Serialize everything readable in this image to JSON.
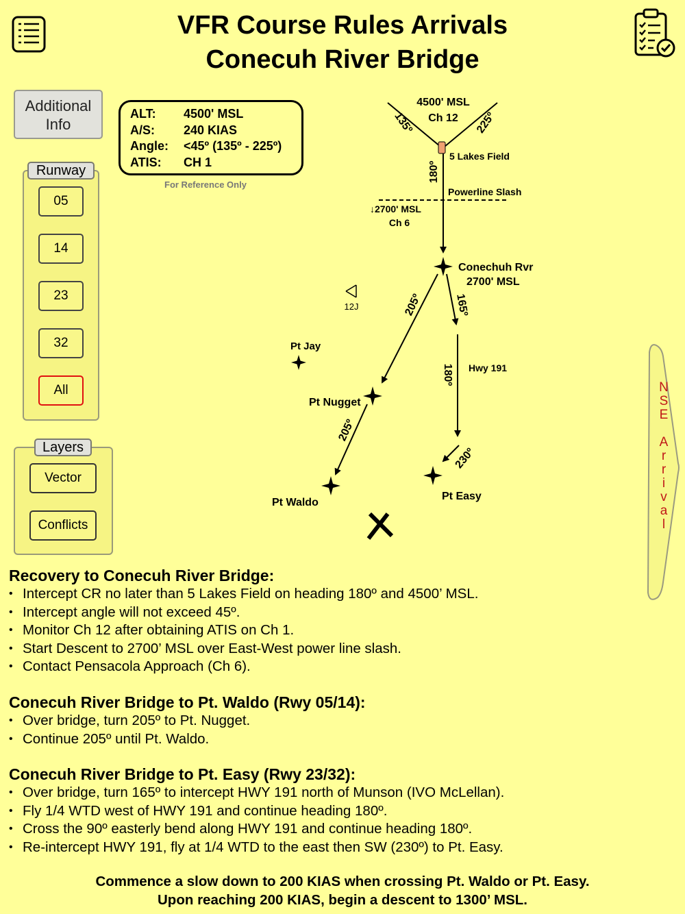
{
  "header": {
    "title_line1": "VFR Course Rules Arrivals",
    "title_line2": "Conecuh River Bridge",
    "menu_icon": "list-icon",
    "checklist_icon": "clipboard-check-icon"
  },
  "sidebar": {
    "additional_info_line1": "Additional",
    "additional_info_line2": "Info",
    "runway_label": "Runway",
    "runways": [
      {
        "label": "05",
        "selected": false
      },
      {
        "label": "14",
        "selected": false
      },
      {
        "label": "23",
        "selected": false
      },
      {
        "label": "32",
        "selected": false
      },
      {
        "label": "All",
        "selected": true
      }
    ],
    "layers_label": "Layers",
    "layers": [
      "Vector",
      "Conflicts"
    ]
  },
  "info_box": {
    "rows": [
      {
        "key": "ALT:",
        "value": "4500' MSL"
      },
      {
        "key": "A/S:",
        "value": "240 KIAS"
      },
      {
        "key": "Angle:",
        "value": "<45º (135º - 225º)"
      },
      {
        "key": "ATIS:",
        "value": "CH 1"
      }
    ],
    "note": "For Reference Only"
  },
  "map": {
    "entry_alt": "4500' MSL",
    "entry_ch": "Ch 12",
    "hdg_135": "135º",
    "hdg_225": "225º",
    "five_lakes": "5 Lakes Field",
    "hdg_180_top": "180º",
    "powerline": "Powerline Slash",
    "descent_alt": "↓2700' MSL",
    "descent_ch": "Ch 6",
    "bridge_name": "Conechuh Rvr",
    "bridge_alt": "2700' MSL",
    "airfield_12j": "12J",
    "hdg_205_a": "205º",
    "hdg_165": "165º",
    "pt_jay": "Pt Jay",
    "hwy191": "Hwy 191",
    "hdg_180_hwy": "180º",
    "pt_nugget": "Pt Nugget",
    "hdg_205_b": "205º",
    "hdg_230": "230º",
    "pt_waldo": "Pt Waldo",
    "pt_easy": "Pt Easy"
  },
  "side_tab": {
    "text": [
      "N",
      "S",
      "E",
      "",
      "A",
      "r",
      "r",
      "i",
      "v",
      "a",
      "l"
    ]
  },
  "instructions": [
    {
      "heading": "Recovery to Conecuh River Bridge:",
      "items": [
        "Intercept CR no later than 5 Lakes Field on heading 180º and 4500’ MSL.",
        "Intercept angle will not exceed 45º.",
        "Monitor Ch 12 after obtaining ATIS on Ch 1.",
        "Start Descent to 2700’ MSL over East-West power line slash.",
        "Contact Pensacola Approach (Ch 6)."
      ]
    },
    {
      "heading": "Conecuh River Bridge to Pt. Waldo (Rwy 05/14):",
      "items": [
        "Over bridge, turn 205º to Pt. Nugget.",
        "Continue 205º until Pt. Waldo."
      ]
    },
    {
      "heading": "Conecuh River Bridge to Pt. Easy (Rwy 23/32):",
      "items": [
        "Over bridge, turn 165º to intercept HWY 191 north of Munson (IVO McLellan).",
        "Fly 1/4 WTD west of HWY 191 and continue heading 180º.",
        "Cross the 90º easterly bend along HWY 191 and continue heading 180º.",
        "Re-intercept HWY 191, fly at 1/4 WTD to the east then SW (230º) to Pt. Easy."
      ]
    }
  ],
  "footer": {
    "line1": "Commence a slow down to 200 KIAS when crossing Pt. Waldo or Pt. Easy.",
    "line2": "Upon reaching 200 KIAS, begin a descent to 1300’ MSL."
  }
}
